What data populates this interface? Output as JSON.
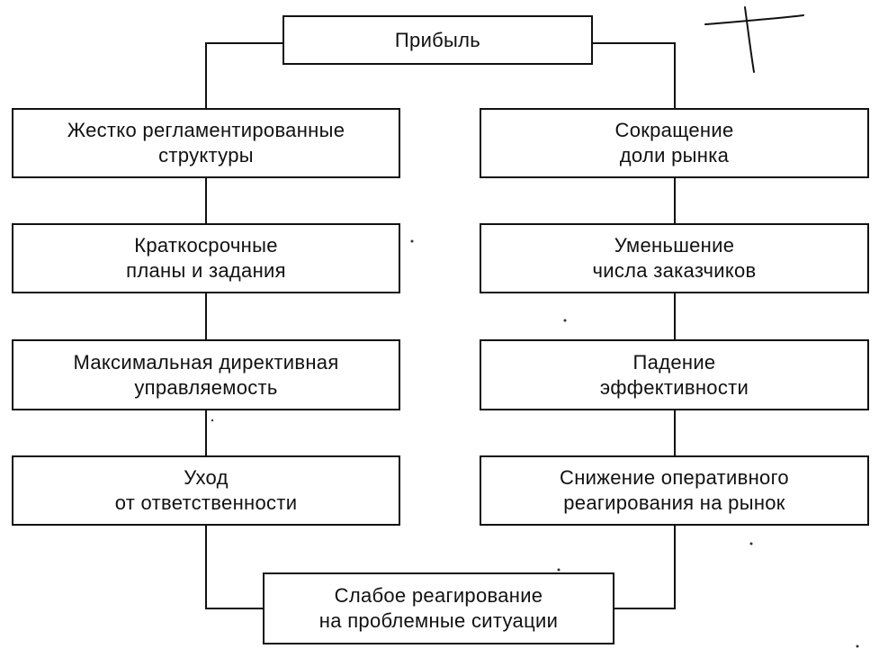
{
  "diagram": {
    "top": {
      "label": "Прибыль"
    },
    "left": [
      {
        "line1": "Жестко регламентированные",
        "line2": "структуры"
      },
      {
        "line1": "Краткосрочные",
        "line2": "планы и задания"
      },
      {
        "line1": "Максимальная директивная",
        "line2": "управляемость"
      },
      {
        "line1": "Уход",
        "line2": "от ответственности"
      }
    ],
    "right": [
      {
        "line1": "Сокращение",
        "line2": "доли рынка"
      },
      {
        "line1": "Уменьшение",
        "line2": "числа заказчиков"
      },
      {
        "line1": "Падение",
        "line2": "эффективности"
      },
      {
        "line1": "Снижение оперативного",
        "line2": "реагирования на рынок"
      }
    ],
    "bottom": {
      "line1": "Слабое реагирование",
      "line2": "на проблемные ситуации"
    }
  }
}
